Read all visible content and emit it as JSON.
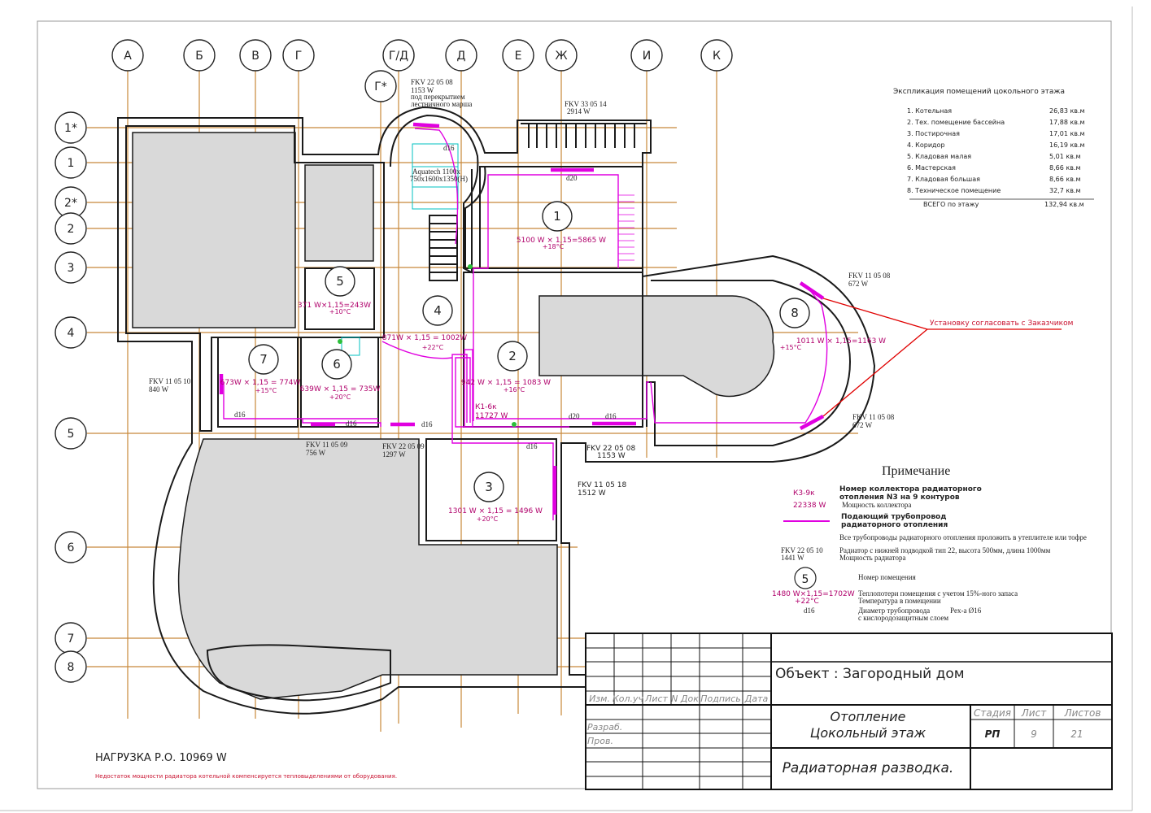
{
  "axes": {
    "columns": [
      "А",
      "Б",
      "В",
      "Г",
      "Г/Д",
      "Д",
      "Е",
      "Ж",
      "И",
      "К",
      "Г*"
    ],
    "rows": [
      "1*",
      "1",
      "2*",
      "2",
      "3",
      "4",
      "5",
      "6",
      "7",
      "8"
    ]
  },
  "rooms": [
    {
      "num": "1",
      "calc": "5100 W × 1,15=5865 W",
      "temp": "+18°C"
    },
    {
      "num": "2",
      "calc": "942 W × 1,15 = 1083 W",
      "temp": "+16°C"
    },
    {
      "num": "3",
      "calc": "1301 W × 1,15 = 1496 W",
      "temp": "+20°C"
    },
    {
      "num": "4",
      "calc": "871W × 1,15 = 1002W",
      "temp": "+22°C"
    },
    {
      "num": "5",
      "calc": "371 W×1,15=243W",
      "temp": "+10°C"
    },
    {
      "num": "6",
      "calc": "639W × 1,15 = 735W",
      "temp": "+20°C"
    },
    {
      "num": "7",
      "calc": "673W × 1,15 = 774W",
      "temp": "+15°C"
    },
    {
      "num": "8",
      "calc": "1011 W × 1,15=1163 W",
      "temp": "+15°C"
    }
  ],
  "radiators": [
    {
      "model": "FKV 22 05 08",
      "power": "1153 W",
      "note1": "под перекрытием",
      "note2": "лестничного марша"
    },
    {
      "model": "FKV 33 05 14",
      "power": "2914 W"
    },
    {
      "model": "FKV 11 05 08",
      "power": "672 W"
    },
    {
      "model": "FKV 11 05 08",
      "power": "672 W"
    },
    {
      "model": "FKV 11 05 10",
      "power": "840 W"
    },
    {
      "model": "FKV 11 05 09",
      "power": "756 W"
    },
    {
      "model": "FKV 22 05 09",
      "power": "1297 W"
    },
    {
      "model": "FKV 22 05 08",
      "power": "1153 W"
    },
    {
      "model": "FKV 11 05 18",
      "power": "1512 W"
    }
  ],
  "pipe_labels": {
    "d16": "d16",
    "d20": "d20"
  },
  "collector": {
    "name": "К1-6к",
    "power": "11727 W"
  },
  "equipment": {
    "line1": "Aquatech 1100x",
    "line2": "750x1600x1350(H)"
  },
  "callout": "Установку согласовать с Заказчиком",
  "explication": {
    "title": "Экспликация помещений цокольного этажа",
    "rows": [
      {
        "name": "1. Котельная",
        "area": "26,83 кв.м"
      },
      {
        "name": "2. Тех. помещение бассейна",
        "area": "17,88 кв.м"
      },
      {
        "name": "3. Постирочная",
        "area": "17,01 кв.м"
      },
      {
        "name": "4. Коридор",
        "area": "16,19 кв.м"
      },
      {
        "name": "5. Кладовая малая",
        "area": "5,01 кв.м"
      },
      {
        "name": "6. Мастерская",
        "area": "8,66 кв.м"
      },
      {
        "name": "7. Кладовая большая",
        "area": "8,66 кв.м"
      },
      {
        "name": "8. Техническое помещение",
        "area": "32,7 кв.м"
      }
    ],
    "total_label": "ВСЕГО по этажу",
    "total_area": "132,94 кв.м"
  },
  "notes": {
    "title": "Примечание",
    "collector_code": "К3-9к",
    "collector_power": "22338 W",
    "collector_desc1": "Номер коллектора радиаторного",
    "collector_desc2": "отопления N3 на 9 контуров",
    "collector_desc3": "Мощность коллектора",
    "pipe_desc1": "Подающий   трубопровод",
    "pipe_desc2": "радиаторного отопления",
    "insulation": "Все трубопроводы радиаторного отопления проложить в утеплителе или тофре",
    "rad_model": "FKV 22 05 10",
    "rad_power": "1441 W",
    "rad_desc1": "Радиатор с нижней подводкой тип 22, высота 500мм, длина 1000мм",
    "rad_desc2": "Мощность радиатора",
    "room_num": "5",
    "room_desc": "Номер помещения",
    "loss_calc": "1480 W×1,15=1702W",
    "loss_temp": "+22°C",
    "loss_desc1": "Теплопотери помещения с учетом 15%-ного запаса",
    "loss_desc2": "Температура в помещении",
    "diam_code": "d16",
    "diam_desc1": "Диаметр трубопровода",
    "diam_desc2": "с кислородозащитным слоем",
    "diam_type": "Pex-a Ø16"
  },
  "load": "НАГРУЗКА Р.О.  10969 W",
  "load_note": "Недостаток мощности радиатора котельной компенсируется тепловыделениями от оборудования.",
  "stamp": {
    "headers": [
      "Изм.",
      "Кол.уч",
      "Лист",
      "N Док",
      "Подпись",
      "Дата"
    ],
    "dev": "Разраб.",
    "check": "Пров.",
    "object": "Объект : Загородный дом",
    "section1": "Отопление",
    "section2": "Цокольный этаж",
    "stage_h": "Стадия",
    "sheet_h": "Лист",
    "sheets_h": "Листов",
    "stage": "РП",
    "sheet": "9",
    "sheets": "21",
    "drawing": "Радиаторная разводка."
  },
  "colors": {
    "wall": "#1a1a1a",
    "grid": "#c8883a",
    "pipe": "#e000e0",
    "callout": "#e00000",
    "fill": "#d9d9d9"
  }
}
